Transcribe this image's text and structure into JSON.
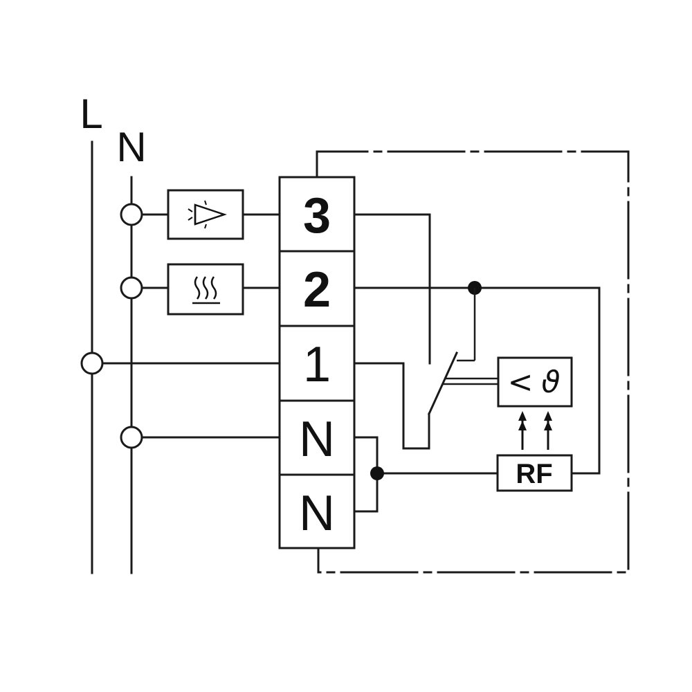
{
  "rails": {
    "line_label": "L",
    "neutral_label": "N"
  },
  "terminal_block": {
    "terminals": [
      {
        "label": "3"
      },
      {
        "label": "2"
      },
      {
        "label": "1"
      },
      {
        "label": "N"
      },
      {
        "label": "N"
      }
    ]
  },
  "loads": [
    {
      "icon": "fan-icon"
    },
    {
      "icon": "heating-icon"
    }
  ],
  "sensor": {
    "less_than": "<",
    "theta": "ϑ"
  },
  "rf_module": {
    "label": "RF"
  }
}
